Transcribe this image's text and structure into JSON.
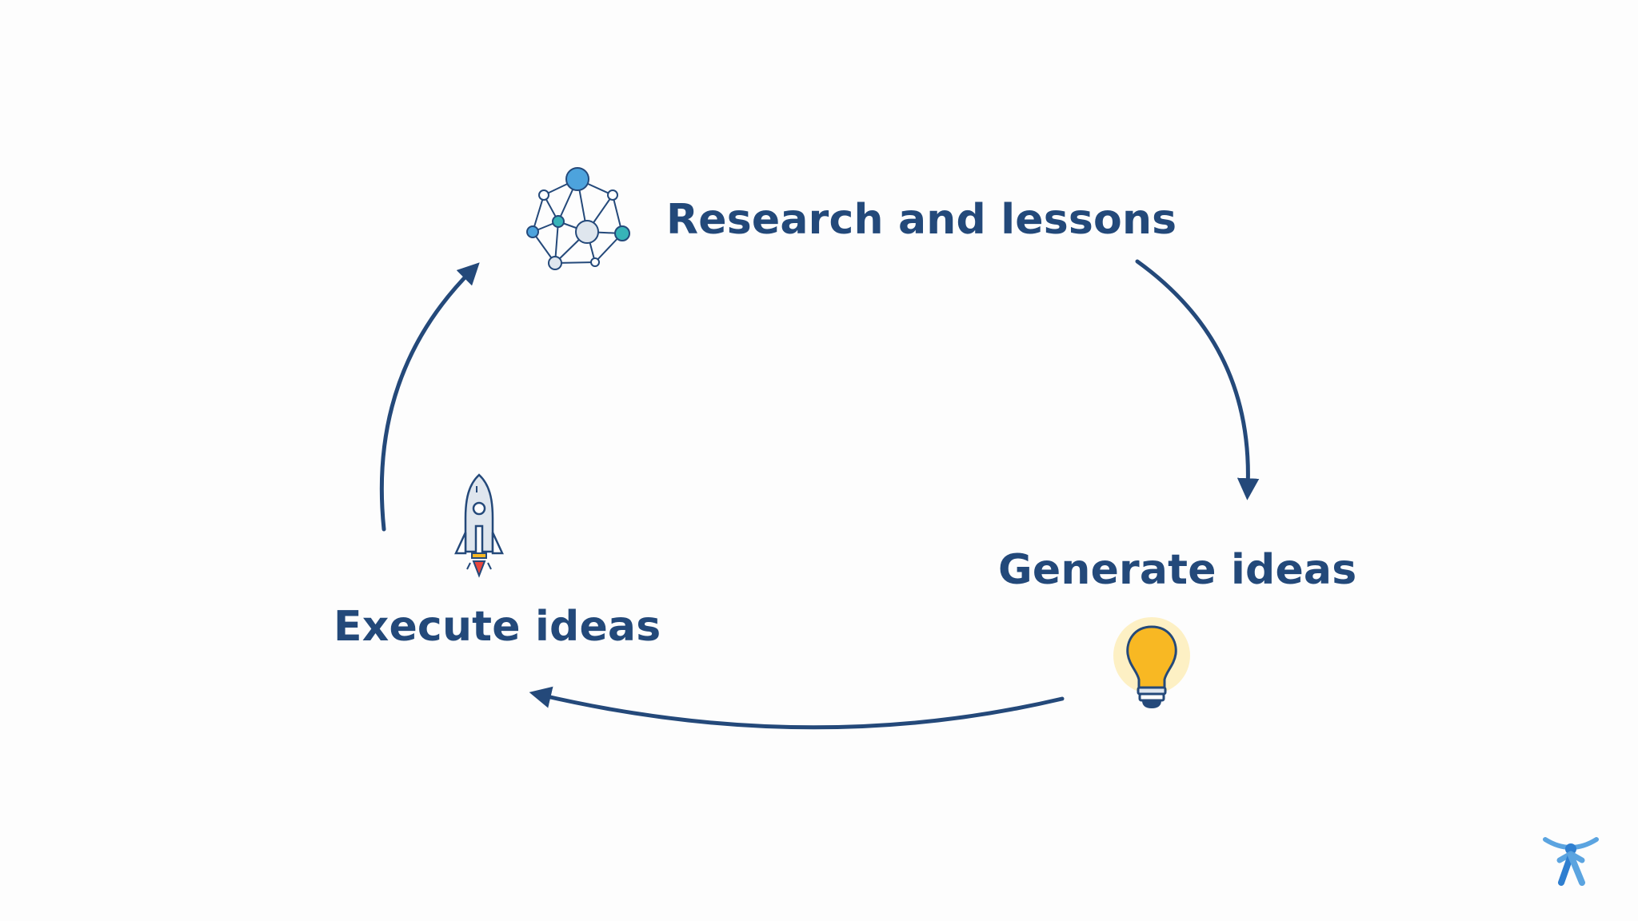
{
  "colors": {
    "text": "#23497a",
    "arrow": "#24497a",
    "background": "#fdfdfd",
    "network_node_blue": "#4da3dd",
    "network_node_teal": "#37b3b8",
    "bulb_yellow": "#f8b823",
    "bulb_glow": "#fdf0c4",
    "rocket_flame": "#e8473d"
  },
  "cycle": {
    "steps": [
      {
        "label": "Research and lessons",
        "icon": "network-icon"
      },
      {
        "label": "Generate ideas",
        "icon": "lightbulb-icon"
      },
      {
        "label": "Execute ideas",
        "icon": "rocket-icon"
      }
    ]
  },
  "brand": {
    "icon": "atlassian-logo-icon"
  }
}
